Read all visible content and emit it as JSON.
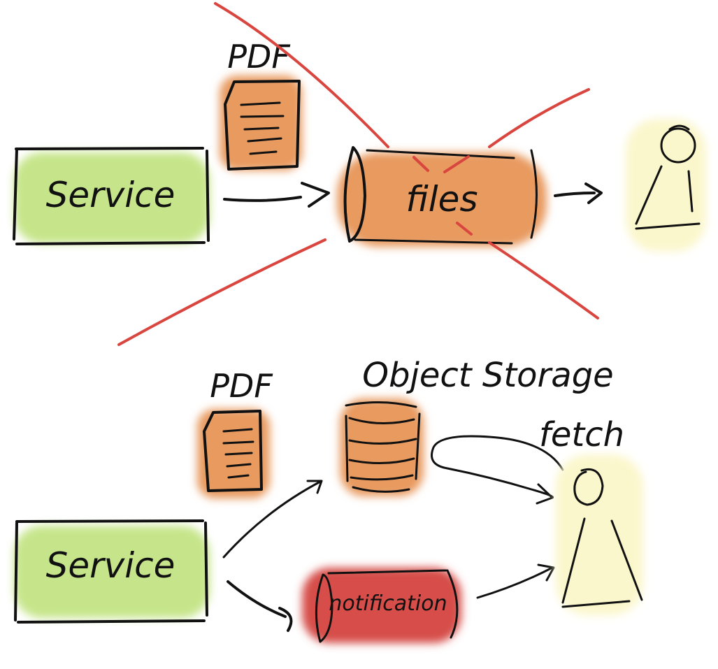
{
  "colors": {
    "service_fill": "#c6e58a",
    "storage_fill": "#e89a5f",
    "user_fill": "#fbf7cc",
    "notification_fill": "#d64d4a",
    "strike": "#d9453f",
    "ink": "#111111"
  },
  "top": {
    "service_label": "Service",
    "pdf_label": "PDF",
    "queue_label": "files",
    "status": "crossed-out"
  },
  "bottom": {
    "service_label": "Service",
    "pdf_label": "PDF",
    "storage_label": "Object Storage",
    "fetch_label": "fetch",
    "notification_label": "notification"
  }
}
